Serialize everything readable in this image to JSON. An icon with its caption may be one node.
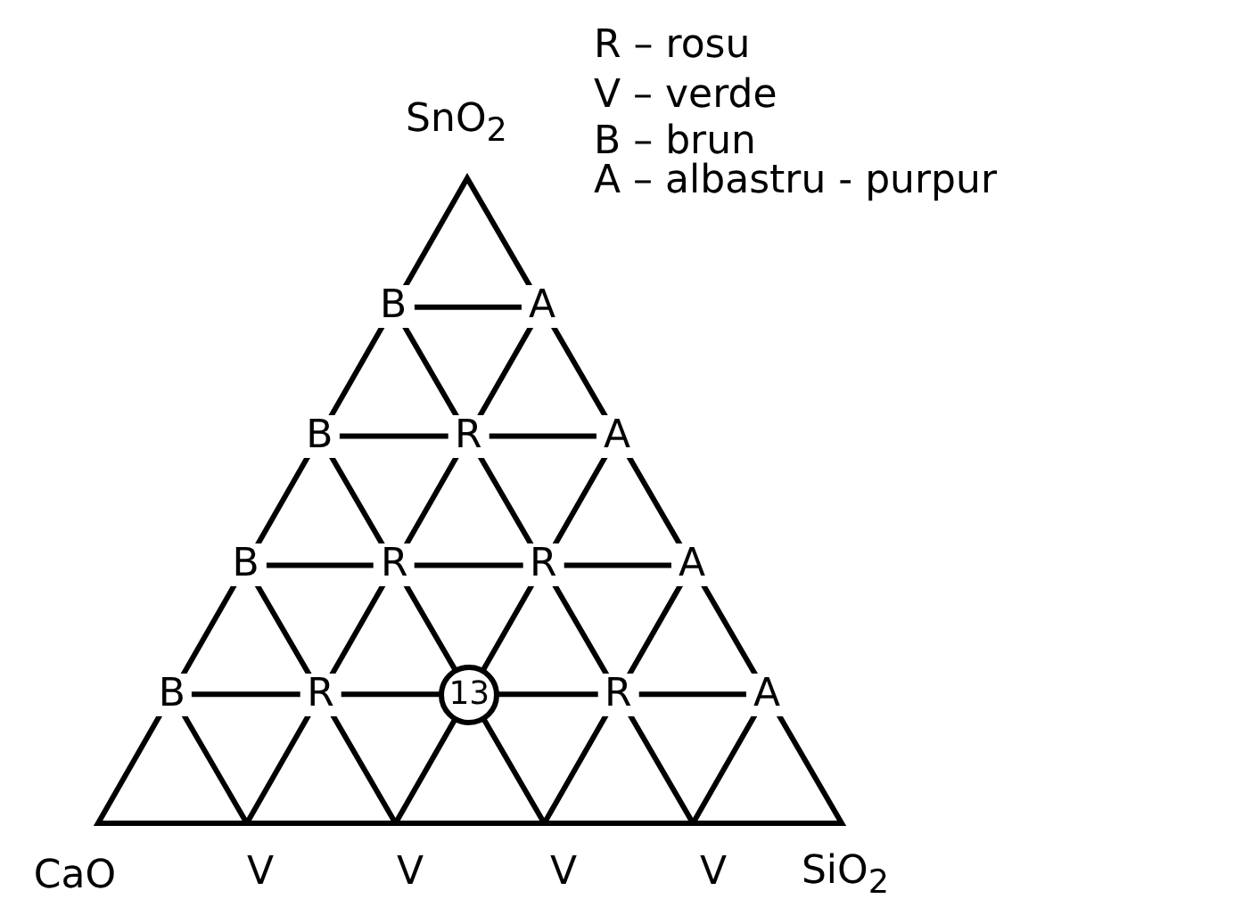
{
  "diagram": {
    "labels": [
      "R – rosu",
      "V – verde",
      "B – brun",
      "A – albastru - purpur",
      "SnO$_{2}$",
      "B",
      "A",
      "B",
      "R",
      "A",
      "B",
      "R",
      "R",
      "A",
      "B",
      "R",
      "13",
      "R",
      "A",
      "CaO",
      "V",
      "V",
      "V",
      "V",
      "SiO$_{2}$"
    ]
  }
}
